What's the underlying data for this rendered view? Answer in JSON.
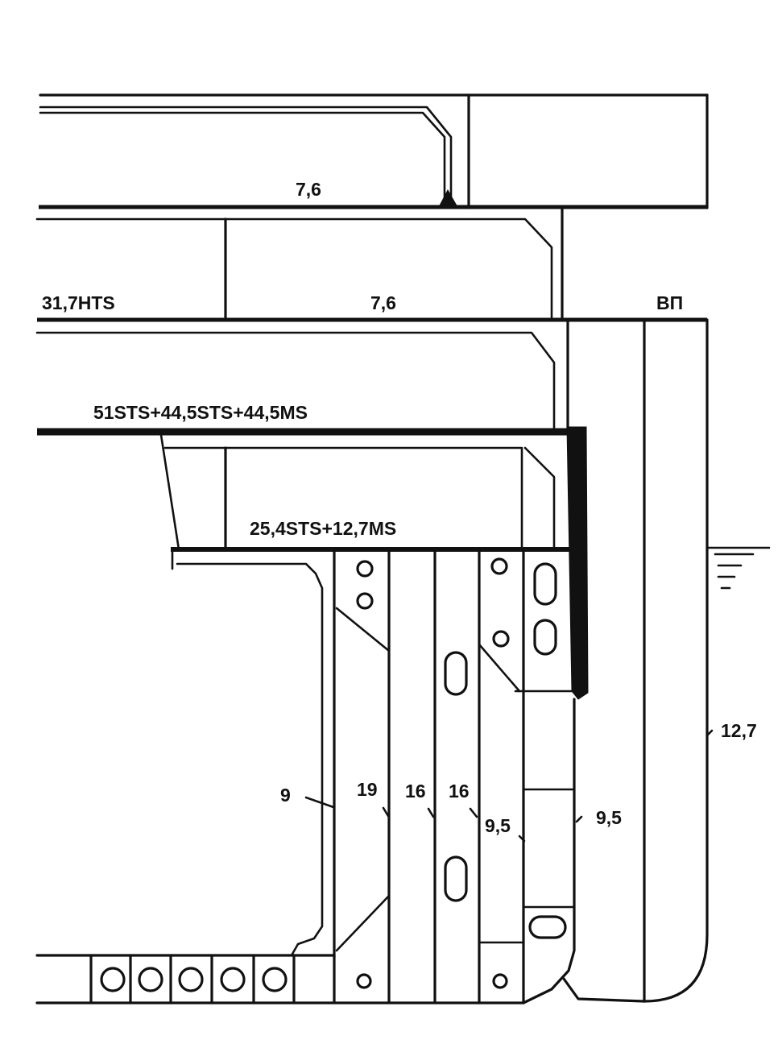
{
  "diagram": {
    "labels": {
      "deck_upper_thickness": "7,6",
      "deck_second_left": "31,7HTS",
      "deck_second_thickness": "7,6",
      "waterline_marker": "ВП",
      "main_deck": "51STS+44,5STS+44,5MS",
      "lower_deck": "25,4STS+12,7MS",
      "shell_plating": "12,7",
      "inner_bulkhead": "9",
      "longitudinal_1": "19",
      "longitudinal_2": "16",
      "longitudinal_3": "16",
      "longitudinal_4": "9,5",
      "outer_bulkhead": "9,5"
    }
  }
}
